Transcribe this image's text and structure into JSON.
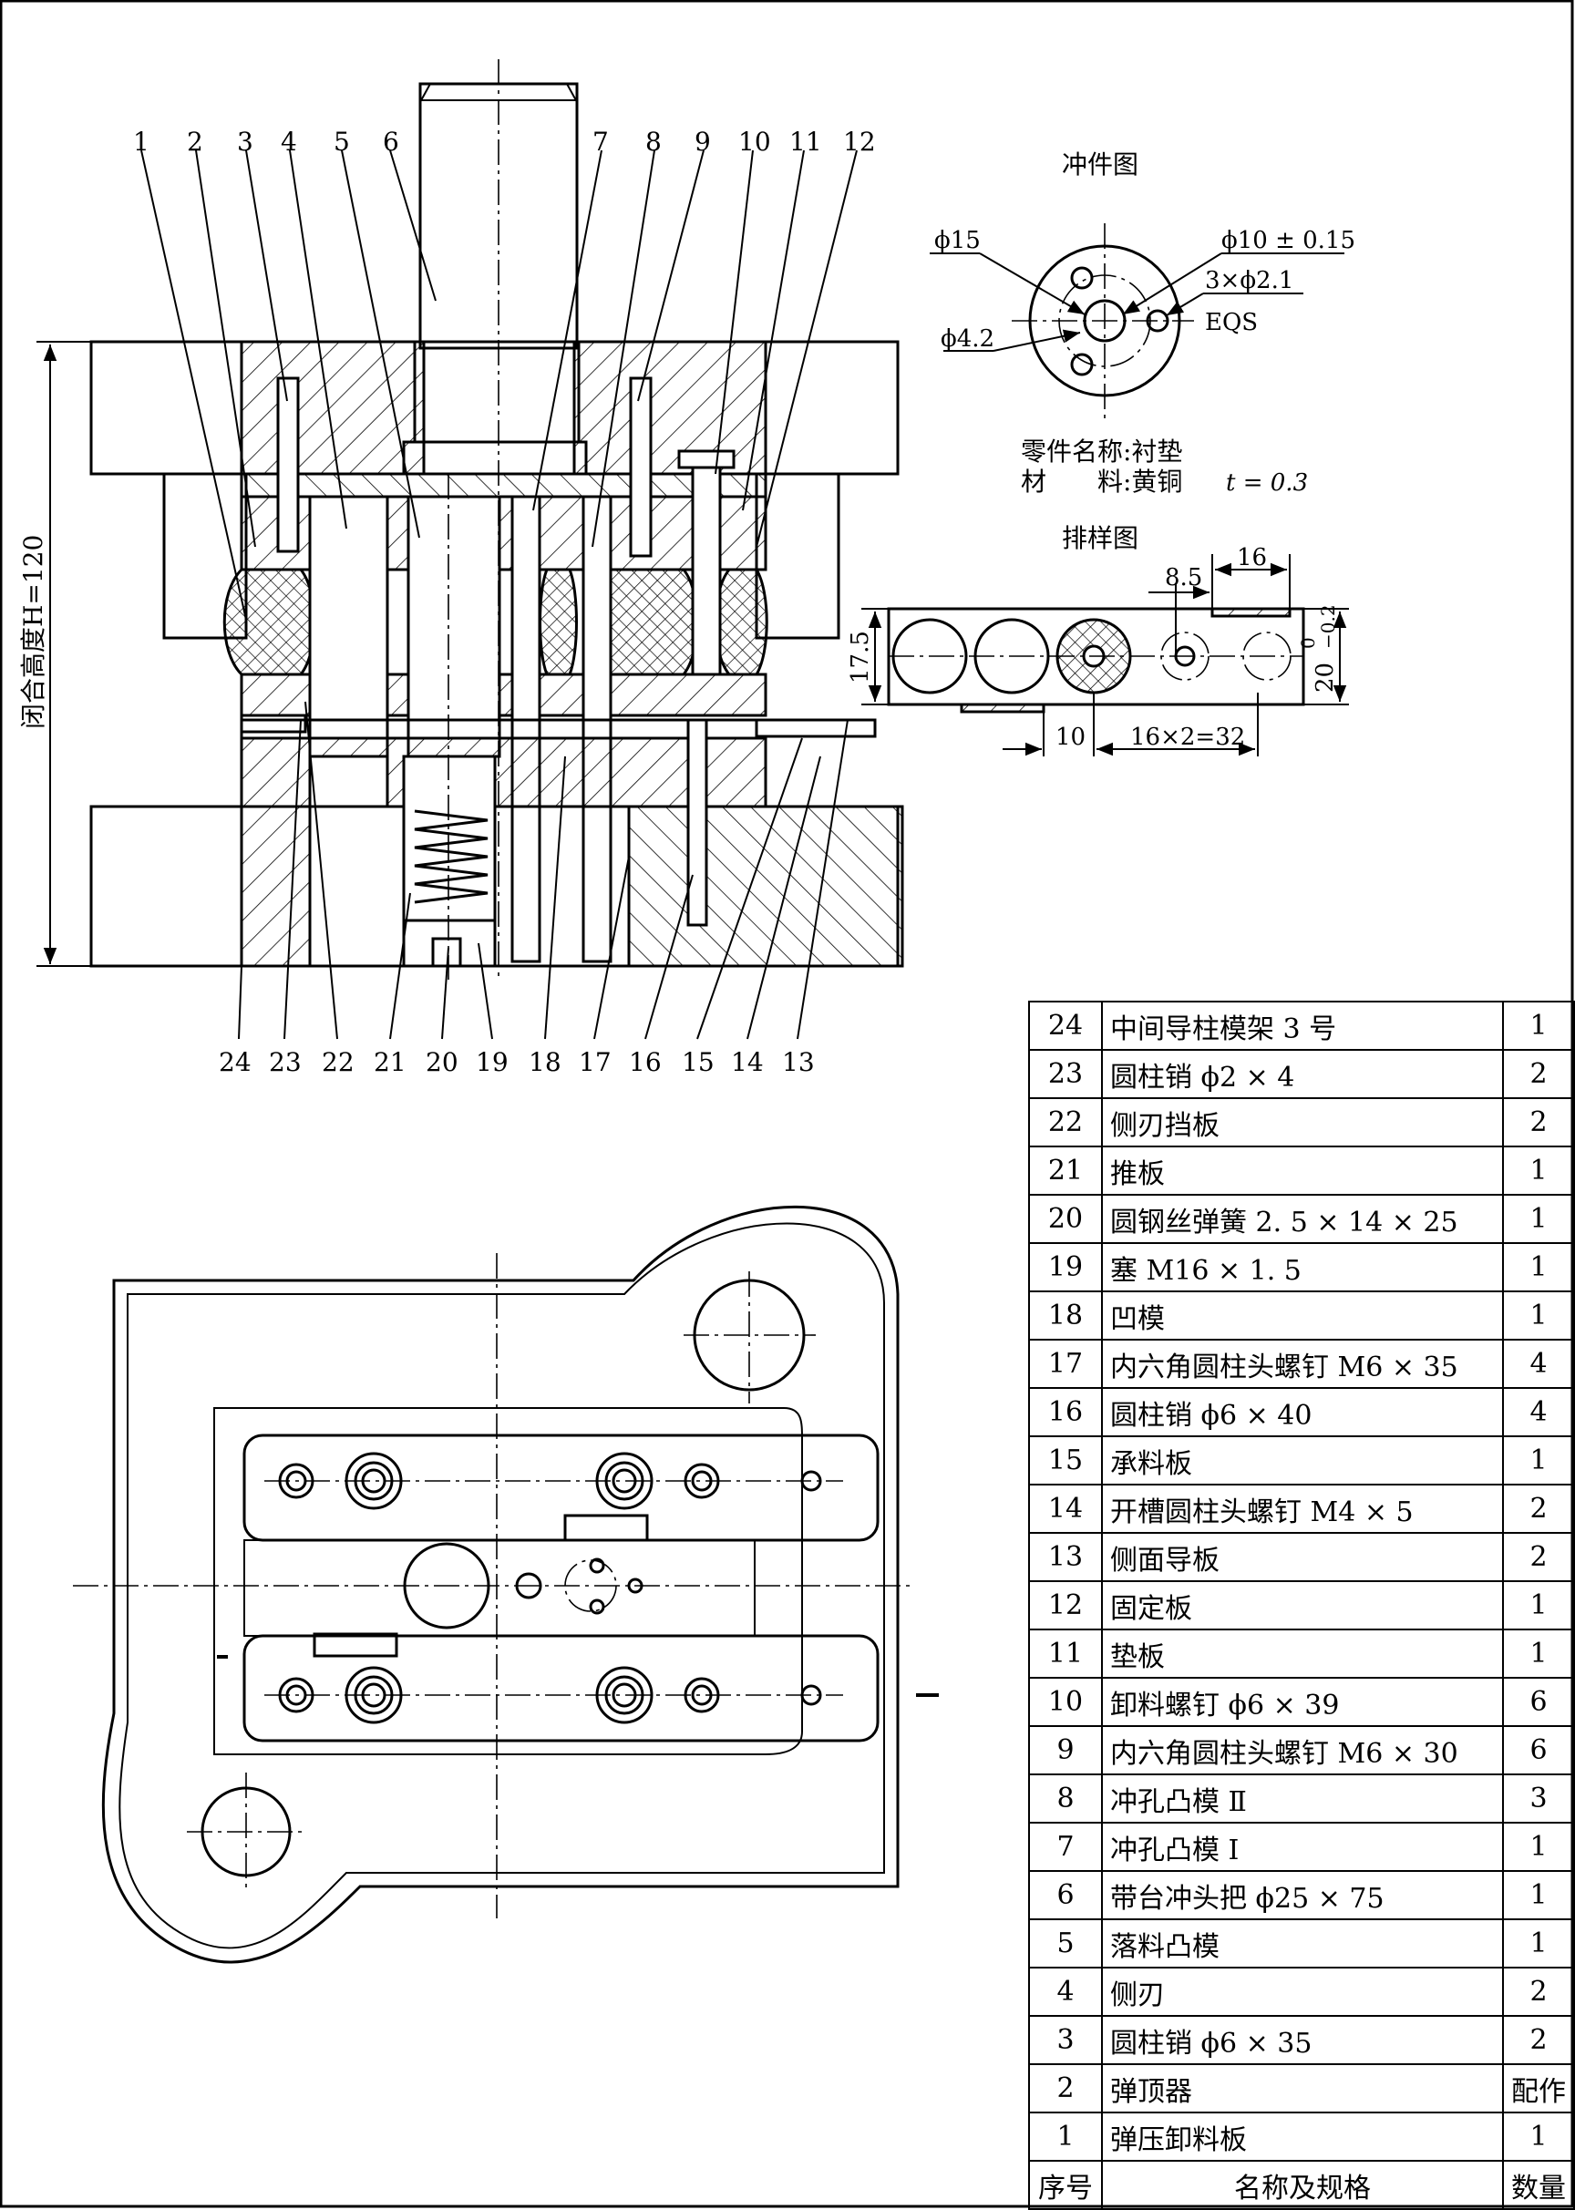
{
  "drawing": {
    "part_drawing_title": "冲件图",
    "part_name": "零件名称:衬垫",
    "material": "材　　料:黄铜",
    "thickness": "t = 0.3",
    "layout_title": "排样图",
    "dims": {
      "d15": "ϕ15",
      "d10": "ϕ10 ± 0.15",
      "holes": "3×ϕ2.1",
      "eqs": "EQS",
      "d42": "ϕ4.2",
      "w85": "8.5",
      "w16": "16",
      "h175": "17.5",
      "w10": "10",
      "pitch": "16×2=32",
      "strip_width": "20",
      "tol_upper": "0",
      "tol_lower": "−0.2",
      "closed_height": "闭合高度H=120"
    },
    "top_callouts": [
      "1",
      "2",
      "3",
      "4",
      "5",
      "6",
      "7",
      "8",
      "9",
      "10",
      "11",
      "12"
    ],
    "bottom_callouts": [
      "24",
      "23",
      "22",
      "21",
      "20",
      "19",
      "18",
      "17",
      "16",
      "15",
      "14",
      "13"
    ]
  },
  "bom": {
    "header": {
      "no": "序号",
      "name": "名称及规格",
      "qty": "数量"
    },
    "rows": [
      {
        "no": "24",
        "name": "中间导柱模架 3 号",
        "qty": "1"
      },
      {
        "no": "23",
        "name": "圆柱销 ϕ2 × 4",
        "qty": "2"
      },
      {
        "no": "22",
        "name": "侧刃挡板",
        "qty": "2"
      },
      {
        "no": "21",
        "name": "推板",
        "qty": "1"
      },
      {
        "no": "20",
        "name": "圆钢丝弹簧 2. 5 × 14 × 25",
        "qty": "1"
      },
      {
        "no": "19",
        "name": "塞 M16 × 1. 5",
        "qty": "1"
      },
      {
        "no": "18",
        "name": "凹模",
        "qty": "1"
      },
      {
        "no": "17",
        "name": "内六角圆柱头螺钉 M6 × 35",
        "qty": "4"
      },
      {
        "no": "16",
        "name": "圆柱销 ϕ6 × 40",
        "qty": "4"
      },
      {
        "no": "15",
        "name": "承料板",
        "qty": "1"
      },
      {
        "no": "14",
        "name": "开槽圆柱头螺钉 M4 × 5",
        "qty": "2"
      },
      {
        "no": "13",
        "name": "侧面导板",
        "qty": "2"
      },
      {
        "no": "12",
        "name": "固定板",
        "qty": "1"
      },
      {
        "no": "11",
        "name": "垫板",
        "qty": "1"
      },
      {
        "no": "10",
        "name": "卸料螺钉 ϕ6 × 39",
        "qty": "6"
      },
      {
        "no": "9",
        "name": "内六角圆柱头螺钉 M6 × 30",
        "qty": "6"
      },
      {
        "no": "8",
        "name": "冲孔凸模 Ⅱ",
        "qty": "3"
      },
      {
        "no": "7",
        "name": "冲孔凸模 Ⅰ",
        "qty": "1"
      },
      {
        "no": "6",
        "name": "带台冲头把 ϕ25 × 75",
        "qty": "1"
      },
      {
        "no": "5",
        "name": "落料凸模",
        "qty": "1"
      },
      {
        "no": "4",
        "name": "侧刃",
        "qty": "2"
      },
      {
        "no": "3",
        "name": "圆柱销 ϕ6 × 35",
        "qty": "2"
      },
      {
        "no": "2",
        "name": "弹顶器",
        "qty": "配作"
      },
      {
        "no": "1",
        "name": "弹压卸料板",
        "qty": "1"
      }
    ]
  }
}
